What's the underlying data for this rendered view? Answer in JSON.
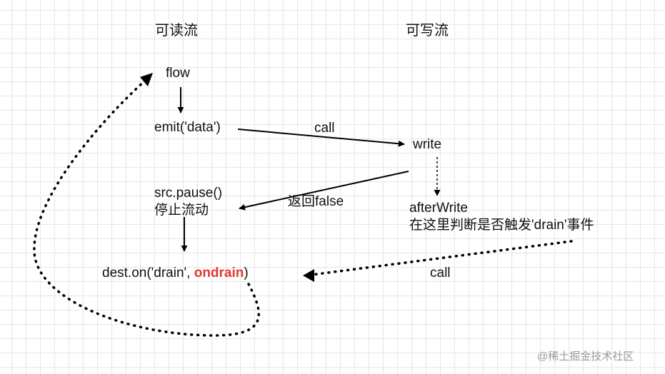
{
  "headers": {
    "readable": "可读流",
    "writable": "可写流"
  },
  "nodes": {
    "flow": "flow",
    "emit": "emit('data')",
    "write": "write",
    "pause_line1": "src.pause()",
    "pause_line2": "停止流动",
    "after_line1": "afterWrite",
    "after_line2": "在这里判断是否触发'drain'事件",
    "dest_prefix": "dest.on('drain', ",
    "dest_handler": "ondrain",
    "dest_suffix": ")"
  },
  "edge_labels": {
    "call_top": "call",
    "return_false": "返回false",
    "call_bottom": "call"
  },
  "colors": {
    "handler": "#e03a33",
    "line": "#000000",
    "grid": "#e6e6e6"
  },
  "watermark": {
    "icon": "at-icon",
    "text": "稀土掘金技术社区"
  }
}
